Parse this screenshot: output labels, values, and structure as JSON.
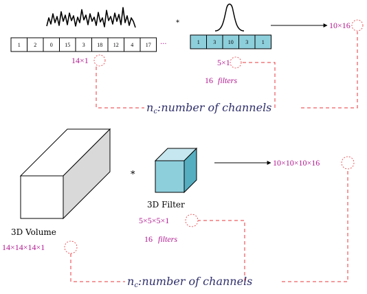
{
  "top": {
    "input_values": [
      "1",
      "2",
      "0",
      "15",
      "3",
      "18",
      "12",
      "4",
      "17"
    ],
    "ellipsis": "···",
    "input_size": "14×1",
    "operator": "*",
    "filter_values": [
      "1",
      "3",
      "10",
      "3",
      "1"
    ],
    "filter_size": "5×1",
    "filter_count": "16",
    "filter_count_suffix": "filters",
    "output_size": "10×16",
    "channels_label": "n",
    "channels_sub": "c",
    "channels_text": ":number of channels"
  },
  "bottom": {
    "volume_label": "3D Volume",
    "volume_size": "14×14×14×1",
    "operator": "*",
    "filter_label": "3D Filter",
    "filter_size": "5×5×5×1",
    "filter_count": "16",
    "filter_count_suffix": "filters",
    "output_size": "10×10×10×16",
    "channels_label": "n",
    "channels_sub": "c",
    "channels_text": ":number of channels"
  },
  "colors": {
    "magenta": "#b0178f",
    "dash": "#e8343a",
    "filter_fill": "#8ecfdc",
    "filter_side": "#55aebf",
    "filter_top": "#c6e7ef",
    "volume_side": "#d9d9d9",
    "channels_text": "#2e2e6b"
  }
}
